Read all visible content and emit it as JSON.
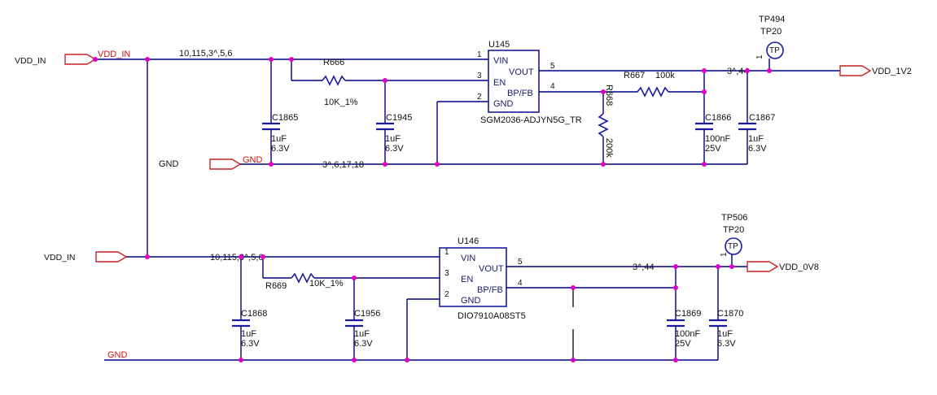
{
  "nets": {
    "vdd_in_top_outer": "VDD_IN",
    "vdd_in_top_port": "VDD_IN",
    "vdd_in_bottom": "VDD_IN",
    "gnd_left": "GND",
    "gnd_port": "GND",
    "gnd_bottom": "GND",
    "vdd_1v2": "VDD_1V2",
    "vdd_0v8": "VDD_0V8"
  },
  "sheet_refs": {
    "top_in": "10,115,3^,5,6",
    "top_gnd": "3^,6,17,18",
    "top_out": "3^,44",
    "bot_in": "10,115,3^,5,6",
    "bot_out": "3^,44"
  },
  "u145": {
    "ref": "U145",
    "part": "SGM2036-ADJYN5G_TR",
    "pins": {
      "vin": "VIN",
      "vout": "VOUT",
      "en": "EN",
      "bpfb": "BP/FB",
      "gnd": "GND"
    },
    "pin_numbers": {
      "vin": "1",
      "en": "3",
      "gnd": "2",
      "vout": "5",
      "bpfb": "4"
    }
  },
  "u146": {
    "ref": "U146",
    "part": "DIO7910A08ST5",
    "pins": {
      "vin": "VIN",
      "vout": "VOUT",
      "en": "EN",
      "bpfb": "BP/FB",
      "gnd": "GND"
    },
    "pin_numbers": {
      "vin": "1",
      "en": "3",
      "gnd": "2",
      "vout": "5",
      "bpfb": "4"
    }
  },
  "resistors": {
    "r666": {
      "ref": "R666",
      "value": "10K_1%"
    },
    "r667": {
      "ref": "R667",
      "value": "100k"
    },
    "r668": {
      "ref": "R668",
      "value": "200k"
    },
    "r669": {
      "ref": "R669",
      "value": "10K_1%"
    }
  },
  "capacitors": {
    "c1865": {
      "ref": "C1865",
      "value": "1uF",
      "voltage": "6.3V"
    },
    "c1945": {
      "ref": "C1945",
      "value": "1uF",
      "voltage": "6.3V"
    },
    "c1866": {
      "ref": "C1866",
      "value": "100nF",
      "voltage": "25V"
    },
    "c1867": {
      "ref": "C1867",
      "value": "1uF",
      "voltage": "6.3V"
    },
    "c1868": {
      "ref": "C1868",
      "value": "1uF",
      "voltage": "6.3V"
    },
    "c1956": {
      "ref": "C1956",
      "value": "1uF",
      "voltage": "6.3V"
    },
    "c1869": {
      "ref": "C1869",
      "value": "100nF",
      "voltage": "25V"
    },
    "c1870": {
      "ref": "C1870",
      "value": "1uF",
      "voltage": "6.3V"
    }
  },
  "testpoints": {
    "tp494": {
      "ref": "TP494",
      "type": "TP20",
      "symbol": "TP",
      "pin": "1"
    },
    "tp506": {
      "ref": "TP506",
      "type": "TP20",
      "symbol": "TP",
      "pin": "1"
    }
  },
  "colors": {
    "wire": "#000080",
    "junction": "#e000c8",
    "port": "#cc2222",
    "component": "#1a1aa0"
  }
}
